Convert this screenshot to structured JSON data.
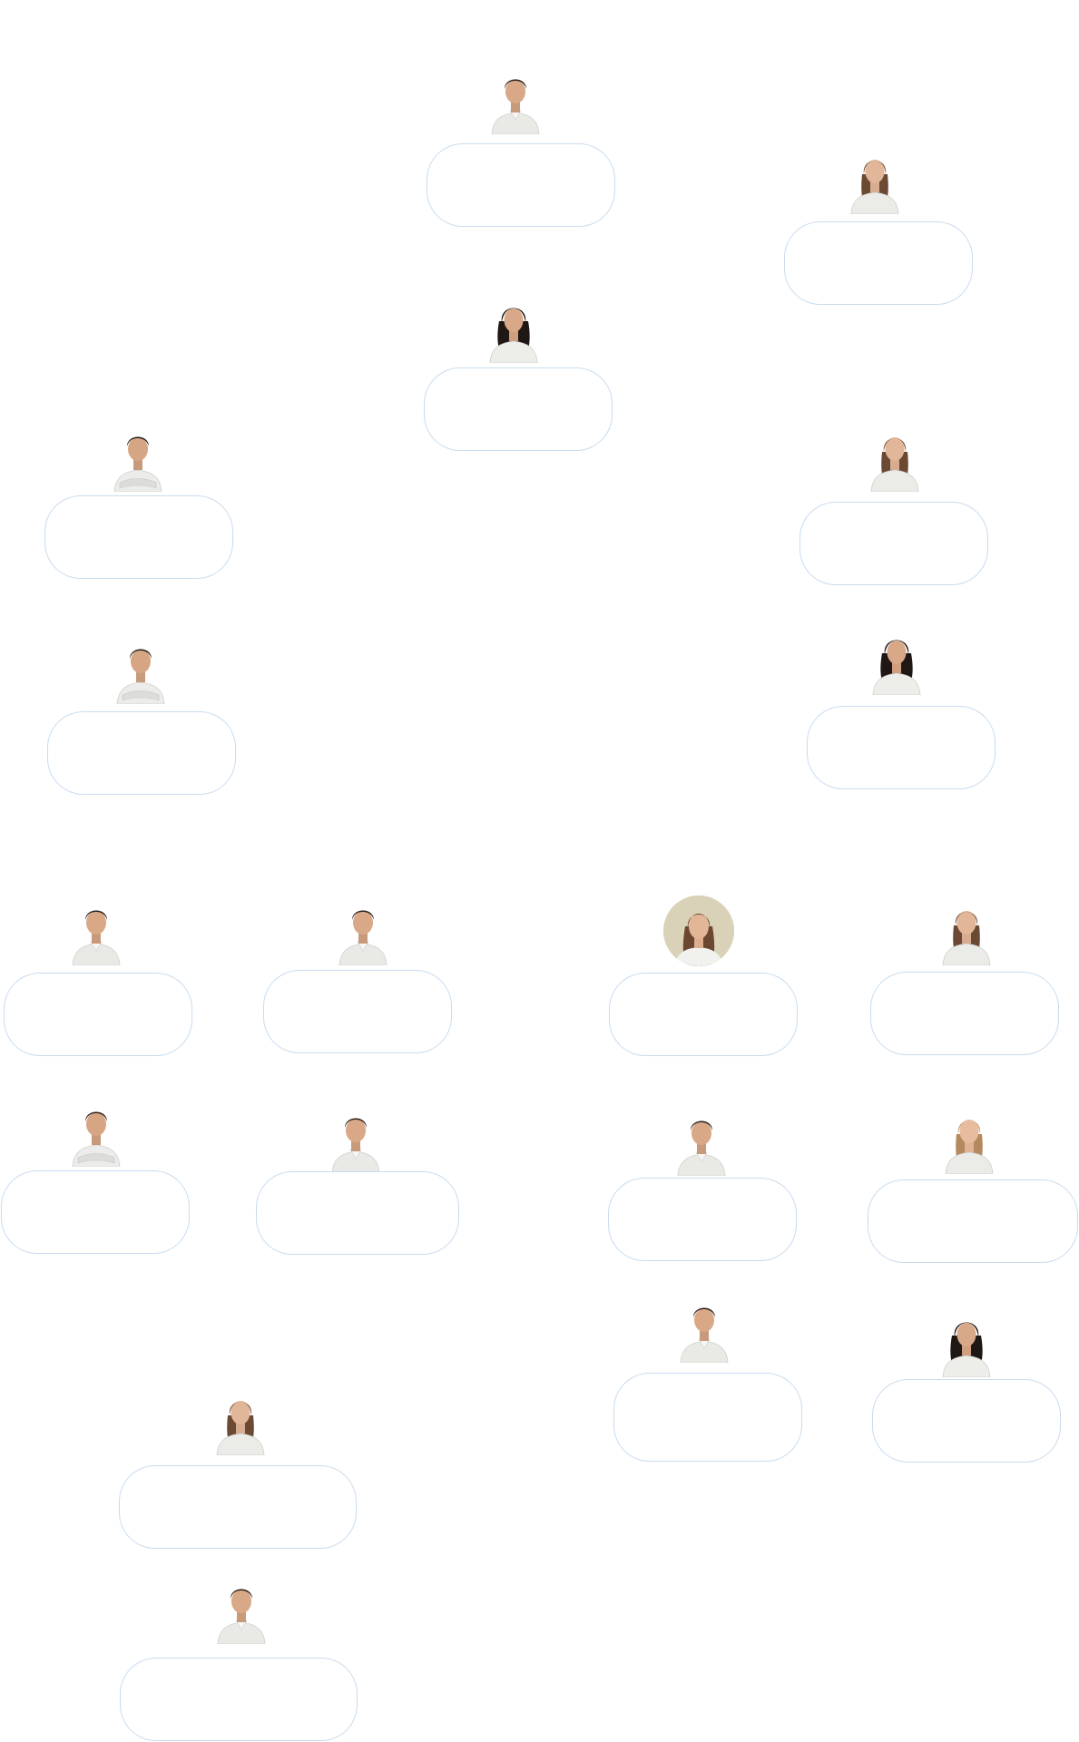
{
  "team": {
    "members": [
      {
        "id": "m01",
        "portrait": "man-dark-hair-icon",
        "card_text": ""
      },
      {
        "id": "m02",
        "portrait": "woman-auburn-hair-icon",
        "card_text": ""
      },
      {
        "id": "m03",
        "portrait": "woman-curly-hair-icon",
        "card_text": ""
      },
      {
        "id": "m04",
        "portrait": "man-arms-crossed-icon",
        "card_text": ""
      },
      {
        "id": "m05",
        "portrait": "woman-long-hair-icon",
        "card_text": ""
      },
      {
        "id": "m06",
        "portrait": "man-beard-arms-crossed-icon",
        "card_text": ""
      },
      {
        "id": "m07",
        "portrait": "woman-hands-on-hips-icon",
        "card_text": ""
      },
      {
        "id": "m08",
        "portrait": "man-short-hair-icon",
        "card_text": ""
      },
      {
        "id": "m09",
        "portrait": "man-smiling-icon",
        "card_text": ""
      },
      {
        "id": "m10",
        "portrait": "woman-round-photo-icon",
        "card_text": ""
      },
      {
        "id": "m11",
        "portrait": "woman-smiling-icon",
        "card_text": ""
      },
      {
        "id": "m12",
        "portrait": "man-arms-crossed-icon",
        "card_text": ""
      },
      {
        "id": "m13",
        "portrait": "man-open-collar-icon",
        "card_text": ""
      },
      {
        "id": "m14",
        "portrait": "man-pocket-shirt-icon",
        "card_text": ""
      },
      {
        "id": "m15",
        "portrait": "woman-blonde-hair-icon",
        "card_text": ""
      },
      {
        "id": "m16",
        "portrait": "man-smiling-icon",
        "card_text": ""
      },
      {
        "id": "m17",
        "portrait": "woman-dark-long-hair-icon",
        "card_text": ""
      },
      {
        "id": "m18",
        "portrait": "woman-long-hair-icon",
        "card_text": ""
      },
      {
        "id": "m19",
        "portrait": "man-young-icon",
        "card_text": ""
      }
    ]
  }
}
